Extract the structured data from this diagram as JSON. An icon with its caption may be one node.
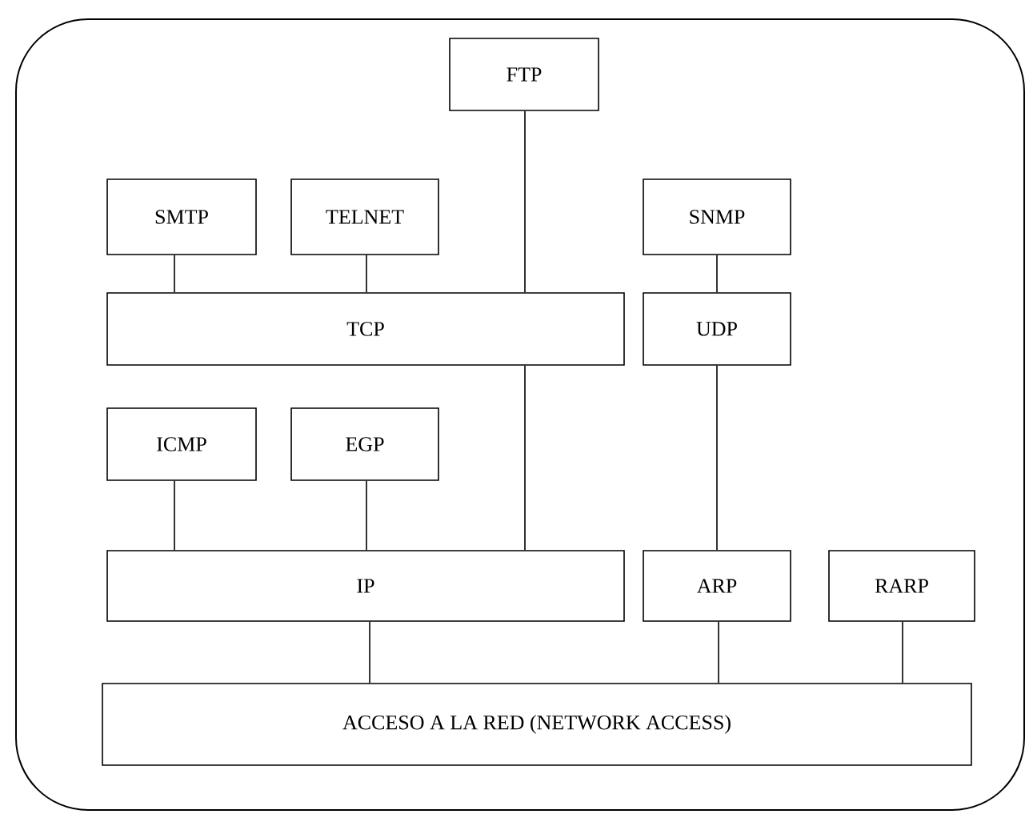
{
  "diagram": {
    "nodes": [
      {
        "text": [
          "FTP"
        ]
      },
      {
        "text": [
          "SMTP"
        ]
      },
      {
        "text": [
          "TELNET"
        ]
      },
      {
        "text": [
          "SNMP"
        ]
      },
      {
        "text": [
          "TCP"
        ]
      },
      {
        "text": [
          "UDP"
        ]
      },
      {
        "text": [
          "ICMP"
        ]
      },
      {
        "text": [
          "EGP"
        ]
      },
      {
        "text": [
          "IP"
        ]
      },
      {
        "text": [
          "ARP"
        ]
      },
      {
        "text": [
          "RARP"
        ]
      },
      {
        "text": [
          "ACCESO A LA RED (NETWORK ACCESS)"
        ]
      }
    ],
    "edges": [
      {
        "from": 1,
        "to": 4,
        "arrow": "none"
      },
      {
        "from": 2,
        "to": 4,
        "arrow": "none"
      },
      {
        "from": 0,
        "to": 4,
        "arrow": "none"
      },
      {
        "from": 3,
        "to": 5,
        "arrow": "none"
      },
      {
        "from": 4,
        "to": 8,
        "arrow": "none"
      },
      {
        "from": 6,
        "to": 8,
        "arrow": "none"
      },
      {
        "from": 7,
        "to": 8,
        "arrow": "none"
      },
      {
        "from": 5,
        "to": 9,
        "arrow": "none"
      },
      {
        "from": 8,
        "to": 11,
        "arrow": "none"
      },
      {
        "from": 9,
        "to": 11,
        "arrow": "none"
      },
      {
        "from": 10,
        "to": 11,
        "arrow": "none"
      }
    ]
  }
}
